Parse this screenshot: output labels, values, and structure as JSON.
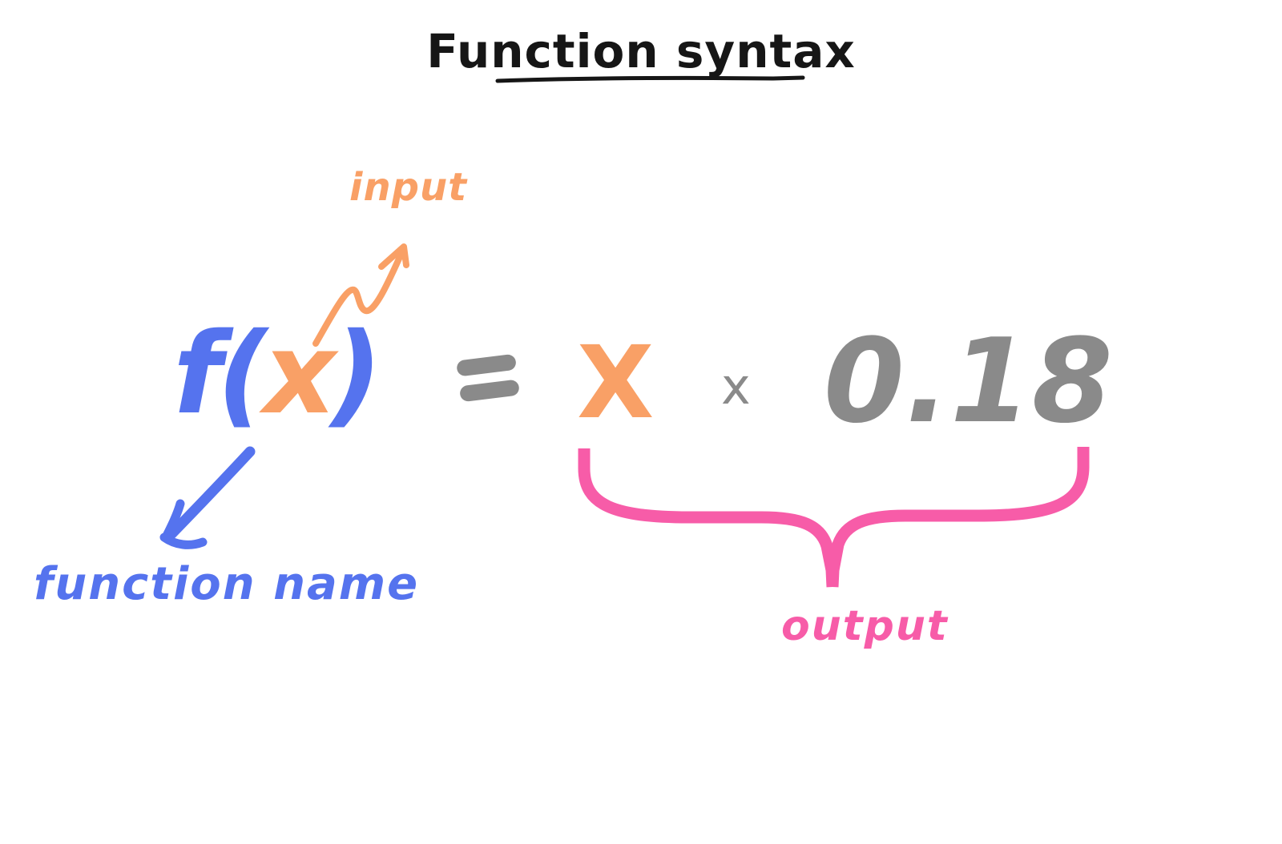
{
  "title": {
    "text": "Function syntax"
  },
  "equation": {
    "function_part": "f(",
    "input_var": "x",
    "close_paren": ")",
    "equals": "=",
    "rhs_var": "x",
    "multiply_sign": "x",
    "coefficient": "0.18"
  },
  "annotations": {
    "input_label": "input",
    "function_name_label": "function name",
    "output_label": "output"
  },
  "colors": {
    "blue": "#5573EE",
    "orange": "#F9A066",
    "pink": "#F75CA8",
    "gray": "#8A8A8A",
    "ink": "#161616",
    "background": "#FFFFFF"
  }
}
